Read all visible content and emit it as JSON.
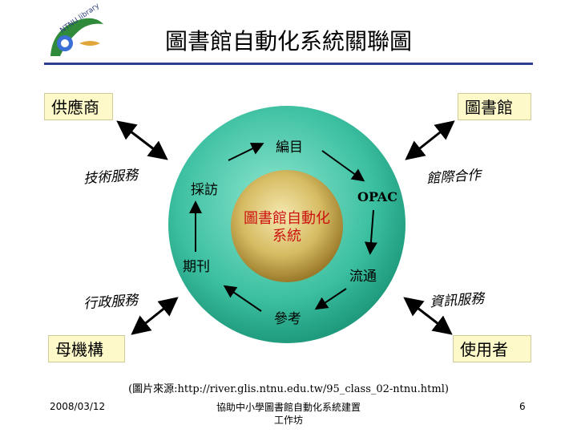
{
  "title": "圖書館自動化系統關聯圖",
  "logo_text": "NTNU library",
  "corners": {
    "supplier": "供應商",
    "library": "圖書館",
    "parent_org": "母機構",
    "users": "使用者"
  },
  "services": {
    "technical": "技術服務",
    "interlibrary": "館際合作",
    "administrative": "行政服務",
    "information": "資訊服務"
  },
  "cycle": {
    "cataloging": "編目",
    "opac": "OPAC",
    "circulation": "流通",
    "reference": "參考",
    "periodicals": "期刊",
    "acquisition": "採訪"
  },
  "center": {
    "line1": "圖書館自動化",
    "line2": "系統"
  },
  "source": "(圖片來源:http://river.glis.ntnu.edu.tw/95_class_02-ntnu.html)",
  "footer": {
    "date": "2008/03/12",
    "title_line1": "協助中小學圖書館自動化系統建置",
    "title_line2": "工作坊",
    "page": "6"
  },
  "colors": {
    "title_rule": "#2d3e8f",
    "outer_circle": "#3bbfa0",
    "inner_circle": "#c9a94a",
    "center_text": "#cc1111",
    "corner_box": "#fdf9c8"
  }
}
